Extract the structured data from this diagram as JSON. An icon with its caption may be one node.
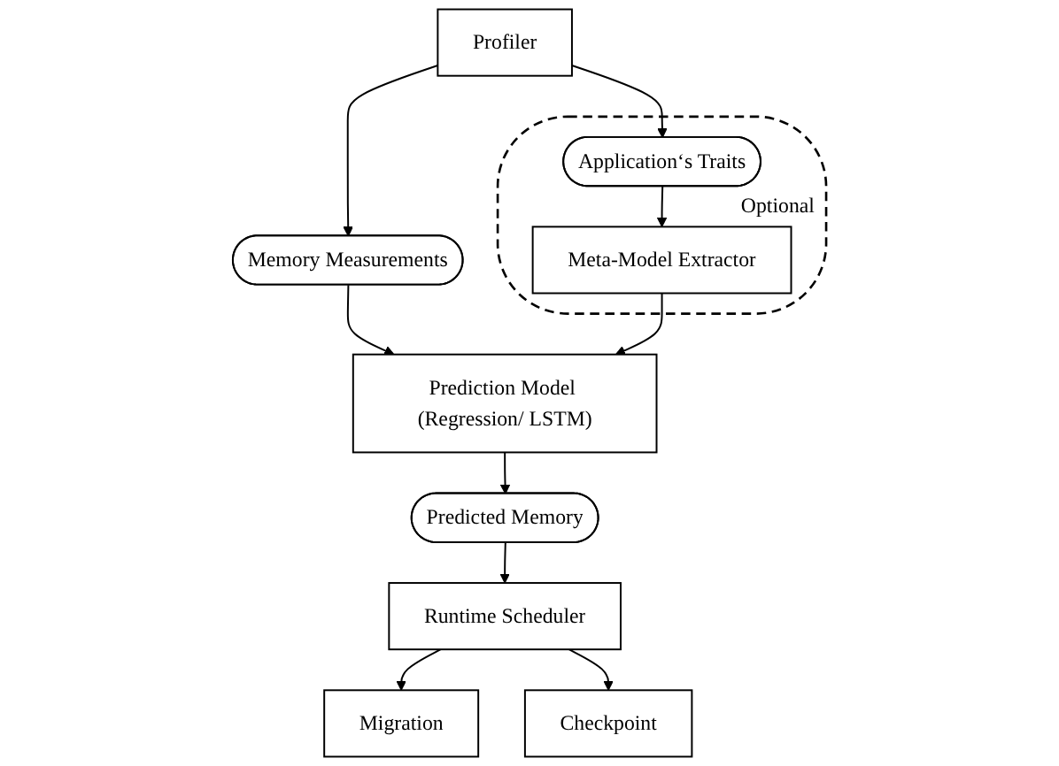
{
  "diagram": {
    "nodes": [
      {
        "text": [
          "Profiler"
        ]
      },
      {
        "text": [
          "Memory Measurements"
        ]
      },
      {
        "text": [
          "Optional"
        ]
      },
      {
        "text": [
          "Application‘s Traits"
        ],
        "in": 2
      },
      {
        "text": [
          "Meta-Model Extractor"
        ],
        "in": 2
      },
      {
        "text": [
          "Prediction Model (Regression/ LSTM)"
        ]
      },
      {
        "text": [
          "Predicted Memory"
        ]
      },
      {
        "text": [
          "Migration"
        ]
      },
      {
        "text": [
          "Runtime Scheduler"
        ]
      },
      {
        "text": [
          "Checkpoint"
        ]
      }
    ],
    "edges": [
      {
        "from": 0,
        "to": 1,
        "arrow": "to"
      },
      {
        "from": 0,
        "to": 3,
        "arrow": "to"
      },
      {
        "from": 3,
        "to": 4,
        "arrow": "to"
      },
      {
        "from": 1,
        "to": 5,
        "arrow": "to"
      },
      {
        "from": 4,
        "to": 5,
        "arrow": "to"
      },
      {
        "from": 5,
        "to": 6,
        "arrow": "to"
      },
      {
        "from": 6,
        "to": 8,
        "arrow": "to"
      },
      {
        "from": 8,
        "to": 7,
        "arrow": "to"
      },
      {
        "from": 8,
        "to": 9,
        "arrow": "to"
      }
    ]
  }
}
